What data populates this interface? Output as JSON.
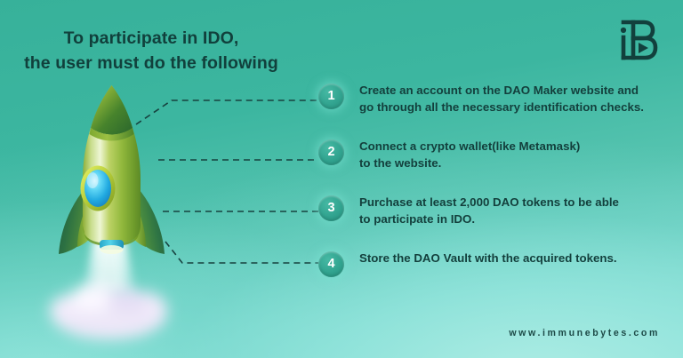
{
  "background": {
    "color_top": "#37b19a",
    "color_bottom": "#97e4db"
  },
  "header": {
    "title_line1": "To participate in IDO,",
    "title_line2": "the user must do the following",
    "title_color": "#11403c"
  },
  "logo": {
    "name": "immunebytes-ib-monogram",
    "letters": "iB",
    "color": "#12403d"
  },
  "illustration": {
    "name": "rocket-launching",
    "body_color": "#a8c94a",
    "nose_color": "#4f8a2e",
    "fin_color": "#2e6b3c",
    "window_color": "#2ec6e8",
    "window_ring_color": "#d6e84a",
    "exhaust_color": "#ffffff",
    "cloud_color": "#ece6f7"
  },
  "connectors": {
    "style": "dashed",
    "color": "#17423f"
  },
  "steps": [
    {
      "number": "1",
      "lines": [
        "Create an account on the DAO Maker website and",
        "go through all the necessary identification checks."
      ]
    },
    {
      "number": "2",
      "lines": [
        "Connect a crypto wallet(like Metamask)",
        "to the website."
      ]
    },
    {
      "number": "3",
      "lines": [
        "Purchase at least 2,000 DAO tokens to be able",
        "to participate in IDO."
      ]
    },
    {
      "number": "4",
      "lines": [
        "Store the DAO Vault with the acquired tokens."
      ]
    }
  ],
  "footer": {
    "url": "www.immunebytes.com",
    "color": "#1d4a47"
  }
}
